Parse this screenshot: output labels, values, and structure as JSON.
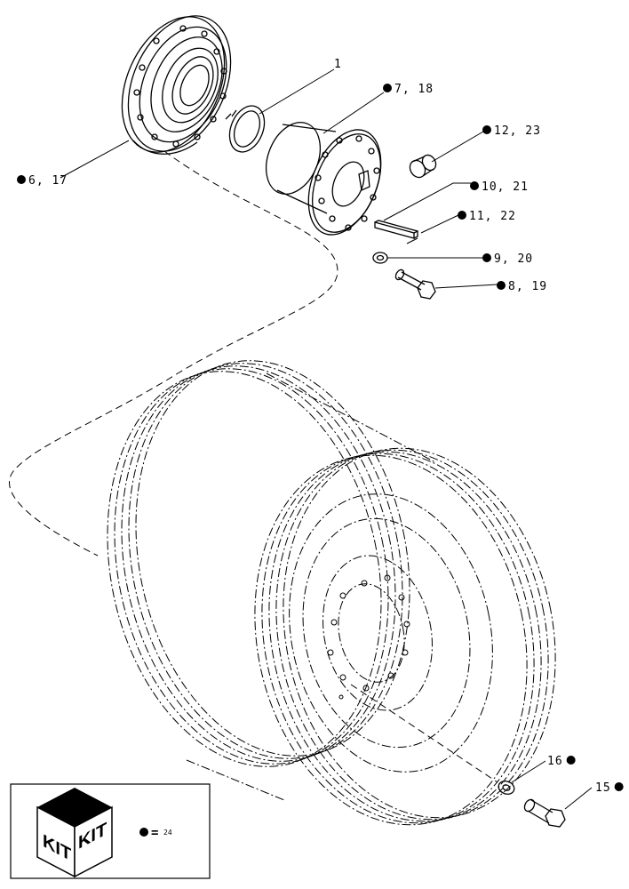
{
  "diagram": {
    "callouts": [
      {
        "id": "c1",
        "text": "1",
        "bullet": false,
        "bullet_side": "none"
      },
      {
        "id": "c7",
        "text": "7, 18",
        "bullet": true,
        "bullet_side": "left"
      },
      {
        "id": "c12",
        "text": "12, 23",
        "bullet": true,
        "bullet_side": "left"
      },
      {
        "id": "c10",
        "text": "10, 21",
        "bullet": true,
        "bullet_side": "left"
      },
      {
        "id": "c11",
        "text": "11, 22",
        "bullet": true,
        "bullet_side": "left"
      },
      {
        "id": "c9",
        "text": "9, 20",
        "bullet": true,
        "bullet_side": "left"
      },
      {
        "id": "c8",
        "text": "8, 19",
        "bullet": true,
        "bullet_side": "left"
      },
      {
        "id": "c6",
        "text": "6, 17",
        "bullet": true,
        "bullet_side": "left"
      },
      {
        "id": "c16",
        "text": "16",
        "bullet": true,
        "bullet_side": "right"
      },
      {
        "id": "c15",
        "text": "15",
        "bullet": true,
        "bullet_side": "right"
      }
    ],
    "legend": {
      "kit_label_1": "KIT",
      "kit_label_2": "KIT",
      "equals": "=",
      "value": "24"
    }
  }
}
